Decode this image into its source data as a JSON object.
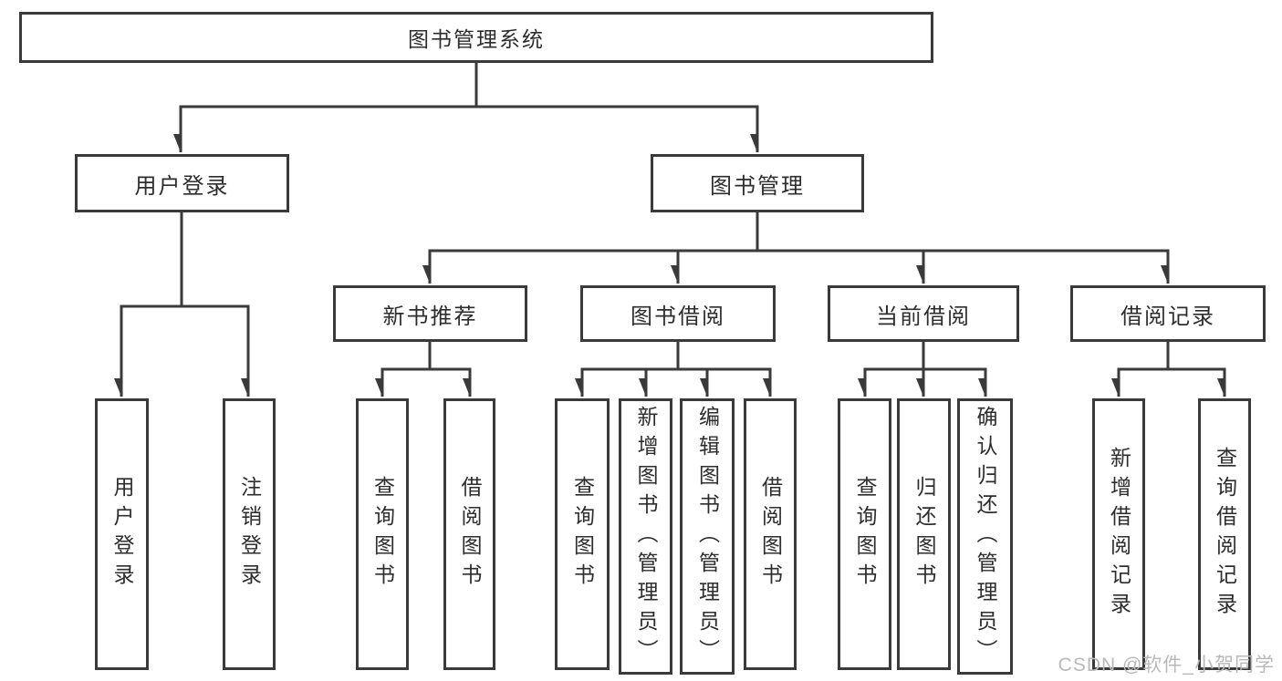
{
  "diagram": {
    "tree": {
      "root": {
        "label": "图书管理系统"
      },
      "children": [
        {
          "label": "用户登录",
          "children": [
            {
              "label": "用户登录"
            },
            {
              "label": "注销登录"
            }
          ]
        },
        {
          "label": "图书管理",
          "children": [
            {
              "label": "新书推荐",
              "children": [
                {
                  "label": "查询图书"
                },
                {
                  "label": "借阅图书"
                }
              ]
            },
            {
              "label": "图书借阅",
              "children": [
                {
                  "label": "查询图书"
                },
                {
                  "label": "新增图书（管理员）"
                },
                {
                  "label": "编辑图书（管理员）"
                },
                {
                  "label": "借阅图书"
                }
              ]
            },
            {
              "label": "当前借阅",
              "children": [
                {
                  "label": "查询图书"
                },
                {
                  "label": "归还图书"
                },
                {
                  "label": "确认归还（管理员）"
                }
              ]
            },
            {
              "label": "借阅记录",
              "children": [
                {
                  "label": "新增借阅记录"
                },
                {
                  "label": "查询借阅记录"
                }
              ]
            }
          ]
        }
      ]
    },
    "colors": {
      "line": "#3a3a3a",
      "text": "#2d2d2d",
      "watermark": "#b9b9b9",
      "background": "#ffffff"
    }
  },
  "watermark": {
    "text": "CSDN @软件_小贺同学"
  }
}
